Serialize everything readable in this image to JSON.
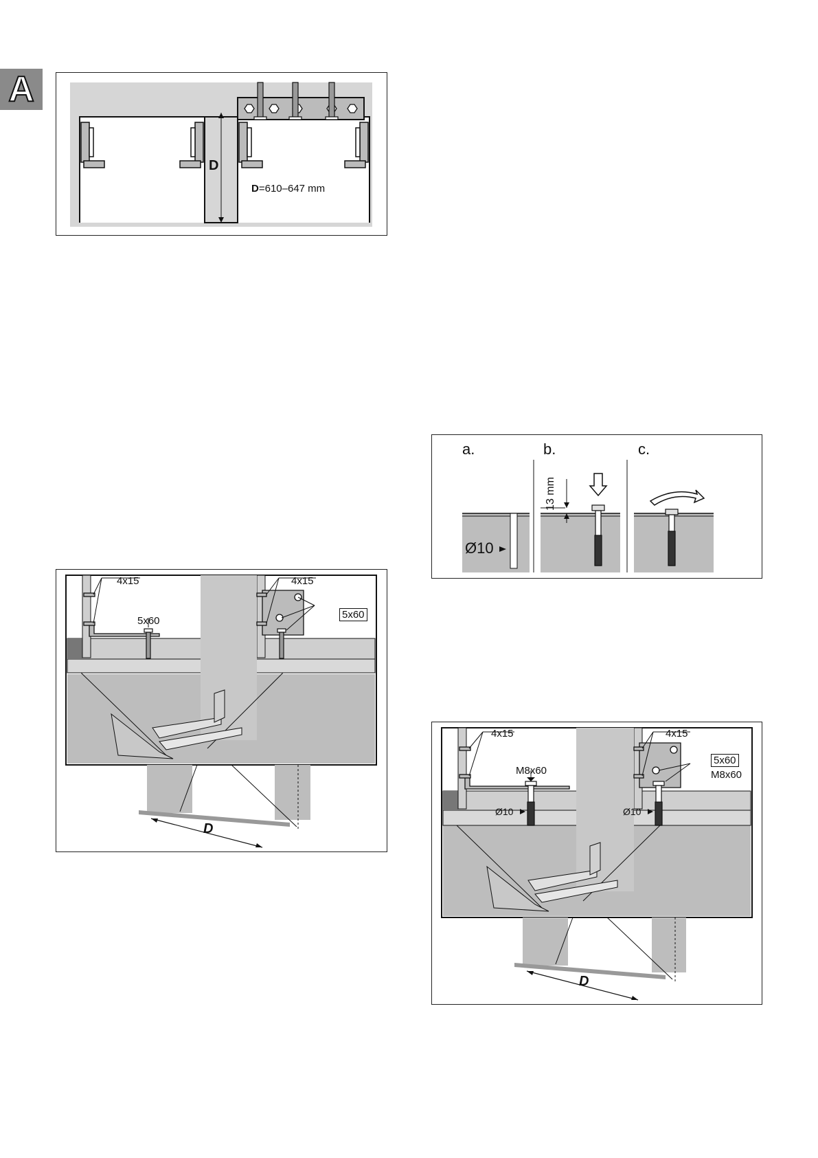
{
  "section": {
    "letter": "A"
  },
  "figure_top": {
    "dim_letter": "D",
    "dim_text_bold": "D",
    "dim_text_rest": "=610–647 mm"
  },
  "figure_left": {
    "screw_a": "4x15",
    "screw_b": "5x60",
    "screw_c": "4x15",
    "screw_d": "5x60",
    "dim_letter": "D"
  },
  "figure_steps": {
    "step_a": "a.",
    "step_b": "b.",
    "step_c": "c.",
    "depth": "13 mm",
    "diameter": "Ø10"
  },
  "figure_right": {
    "screw_a": "4x15",
    "bolt_a": "M8x60",
    "drill_a": "Ø10",
    "screw_c": "4x15",
    "screw_d": "5x60",
    "bolt_b": "M8x60",
    "drill_b": "Ø10",
    "dim_letter": "D"
  }
}
